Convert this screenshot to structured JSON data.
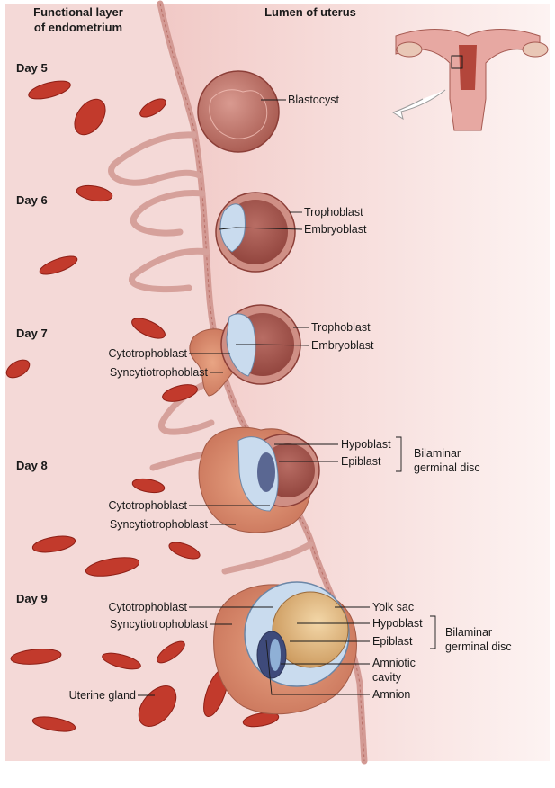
{
  "header": {
    "endometrium_line1": "Functional layer",
    "endometrium_line2": "of endometrium",
    "lumen": "Lumen of uterus"
  },
  "days": [
    "Day 5",
    "Day 6",
    "Day 7",
    "Day 8",
    "Day 9"
  ],
  "labels": {
    "day5_blastocyst": "Blastocyst",
    "day6_trophoblast": "Trophoblast",
    "day6_embryoblast": "Embryoblast",
    "day7_cytotrophoblast": "Cytotrophoblast",
    "day7_syncytiotrophoblast": "Syncytiotrophoblast",
    "day7_trophoblast": "Trophoblast",
    "day7_embryoblast": "Embryoblast",
    "day8_hypoblast": "Hypoblast",
    "day8_epiblast": "Epiblast",
    "day8_bilaminar_1": "Bilaminar",
    "day8_bilaminar_2": "germinal disc",
    "day8_cytotrophoblast": "Cytotrophoblast",
    "day8_syncytiotrophoblast": "Syncytiotrophoblast",
    "day9_cytotrophoblast": "Cytotrophoblast",
    "day9_syncytiotrophoblast": "Syncytiotrophoblast",
    "day9_yolk_sac": "Yolk sac",
    "day9_hypoblast": "Hypoblast",
    "day9_epiblast": "Epiblast",
    "day9_bilaminar_1": "Bilaminar",
    "day9_bilaminar_2": "germinal disc",
    "day9_amniotic_1": "Amniotic",
    "day9_amniotic_2": "cavity",
    "day9_amnion": "Amnion",
    "uterine_gland": "Uterine gland"
  },
  "colors": {
    "endometrium": "#f3d6d4",
    "lumen": "#fbeceb",
    "lining_cells": "#e9b9b4",
    "vessel": "#c23a2c",
    "vessel_dark": "#8e1f16",
    "trophoblast": "#c98a7e",
    "embryoblast": "#c9dbee",
    "syncytio": "#d98b6c",
    "yolk_sac": "#e9c28e",
    "text": "#1a1a1a"
  }
}
